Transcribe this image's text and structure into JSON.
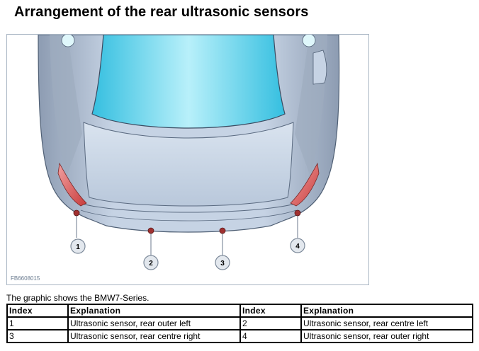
{
  "title": "Arrangement of the rear ultrasonic sensors",
  "figure": {
    "code": "FB6608015",
    "callouts": [
      "1",
      "2",
      "3",
      "4"
    ],
    "colors": {
      "glass": "#5fd2e8",
      "body": "#bfcde0",
      "sensor": "#a03030",
      "callout": "#dfe4ea"
    }
  },
  "caption": "The graphic shows the BMW7-Series.",
  "table": {
    "headers": [
      "Index",
      "Explanation",
      "Index",
      "Explanation"
    ],
    "rows": [
      [
        "1",
        "Ultrasonic sensor, rear outer left",
        "2",
        "Ultrasonic sensor, rear centre left"
      ],
      [
        "3",
        "Ultrasonic sensor, rear centre right",
        "4",
        "Ultrasonic sensor, rear outer right"
      ]
    ]
  }
}
